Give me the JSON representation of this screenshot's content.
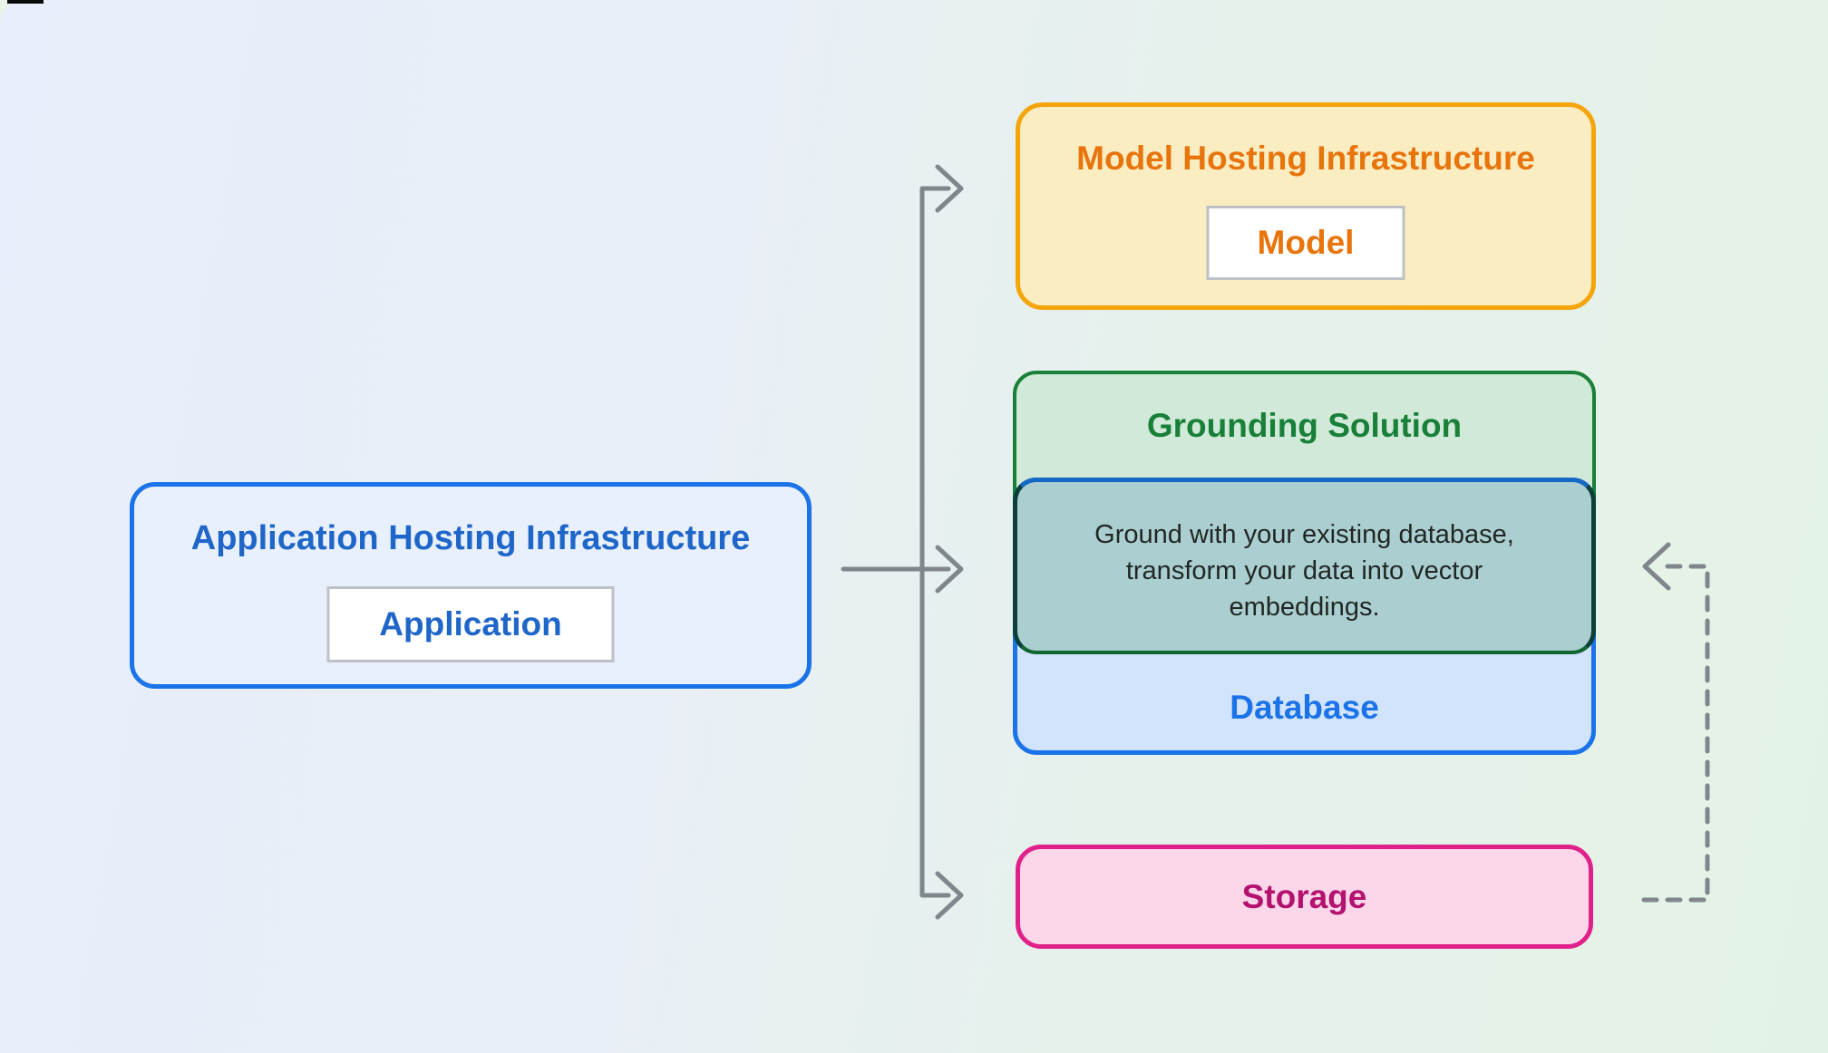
{
  "diagram": {
    "application": {
      "title": "Application Hosting Infrastructure",
      "chip": "Application"
    },
    "model": {
      "title": "Model Hosting Infrastructure",
      "chip": "Model"
    },
    "grounding": {
      "title": "Grounding Solution",
      "description": "Ground with your existing database, transform your data into vector embeddings."
    },
    "database": {
      "label": "Database"
    },
    "storage": {
      "label": "Storage"
    }
  },
  "colors": {
    "blue": "#1A73E8",
    "blue-title": "#1F66C9",
    "blue-soft-fill": "#E8EFFD",
    "blue-db-fill": "#D2E3FC",
    "amber": "#F4A50C",
    "amber-fill": "#FBEDC2",
    "orange-text": "#E8740C",
    "green": "#188038",
    "green-text": "#188038",
    "green-fill": "#D0E9D8",
    "overlap-fill": "#ABCFD1",
    "overlap-top": "#1569C4",
    "overlap-bottom": "#0F6632",
    "overlap-side": "#0B3F38",
    "pink": "#E0218A",
    "pink-fill": "#FBD7E9",
    "pink-text": "#B3126E",
    "chip-border": "#BDC1C6",
    "body-text": "#212724",
    "arrow": "#80868B"
  }
}
